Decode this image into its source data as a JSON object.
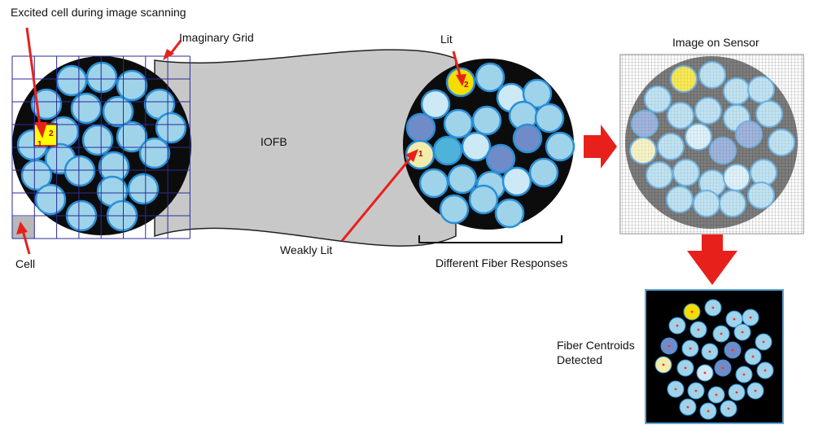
{
  "labels": {
    "excited_cell": "Excited cell during image scanning",
    "imaginary_grid": "Imaginary Grid",
    "iofb": "IOFB",
    "lit": "Lit",
    "image_on_sensor": "Image on Sensor",
    "weakly_lit": "Weakly Lit",
    "cell": "Cell",
    "different_fiber_responses": "Different Fiber Responses",
    "fiber_centroids_line1": "Fiber Centroids",
    "fiber_centroids_line2": "Detected"
  },
  "markers": {
    "one": "1",
    "two": "2"
  },
  "colors": {
    "fiber_fill": "#9ed3ea",
    "fiber_stroke": "#2a8fd6",
    "fiber_light": "#cde9f6",
    "fiber_dark": "#6f8cc8",
    "fiber_mid": "#4fb2d8",
    "bundle_bg": "#0c0c0c",
    "iofb_body": "#c8c8c8",
    "grid": "#2b2b9a",
    "arrow": "#e8201c",
    "lit": "#f4dd00",
    "weak": "#f2ecaa",
    "excited_cell": "#ffff00"
  }
}
